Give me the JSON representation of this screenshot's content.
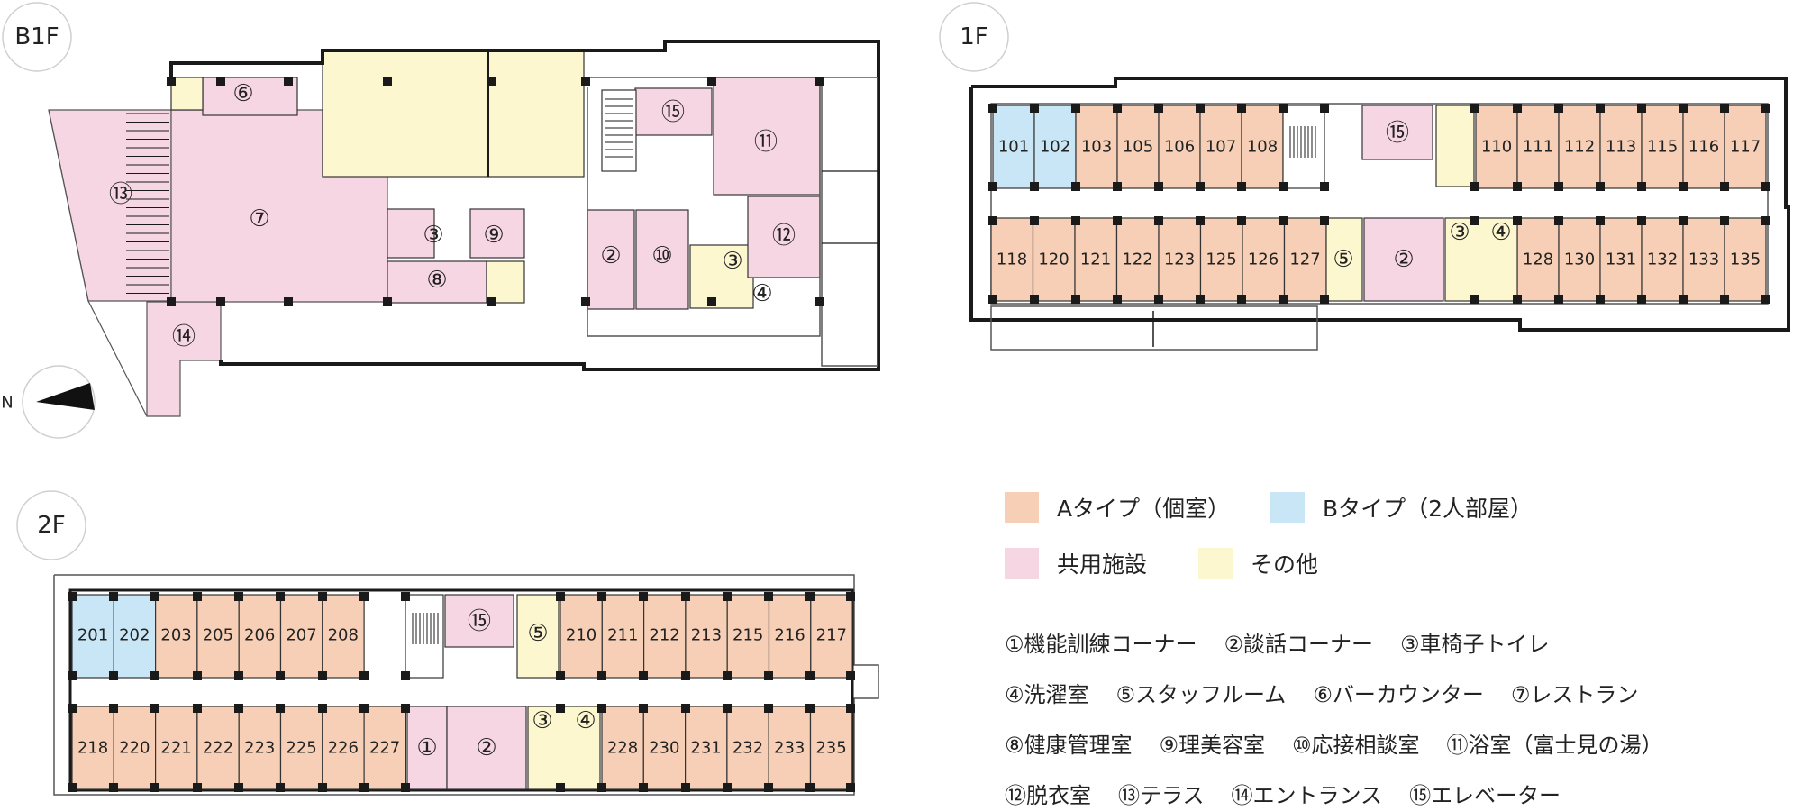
{
  "floors": {
    "b1": {
      "label": "B1F",
      "rooms": {
        "r6": "⑥",
        "r13": "⑬",
        "r7": "⑦",
        "r3": "③",
        "r9": "⑨",
        "r8": "⑧",
        "r14": "⑭",
        "r2": "②",
        "r10": "⑩",
        "r15": "⑮",
        "r11": "⑪",
        "r12": "⑫",
        "r3b": "③",
        "r4": "④"
      },
      "north": "N"
    },
    "f1": {
      "label": "1F",
      "top_rooms": [
        "101",
        "102",
        "103",
        "105",
        "106",
        "107",
        "108",
        "110",
        "111",
        "112",
        "113",
        "115",
        "116",
        "117"
      ],
      "bottom_rooms": [
        "118",
        "120",
        "121",
        "122",
        "123",
        "125",
        "126",
        "127",
        "128",
        "130",
        "131",
        "132",
        "133",
        "135"
      ],
      "facilities": {
        "elev": "⑮",
        "staff": "⑤",
        "talk": "②",
        "wc": "③",
        "laundry": "④"
      }
    },
    "f2": {
      "label": "2F",
      "top_rooms": [
        "201",
        "202",
        "203",
        "205",
        "206",
        "207",
        "208",
        "210",
        "211",
        "212",
        "213",
        "215",
        "216",
        "217"
      ],
      "bottom_rooms": [
        "218",
        "220",
        "221",
        "222",
        "223",
        "225",
        "226",
        "227",
        "228",
        "230",
        "231",
        "232",
        "233",
        "235"
      ],
      "facilities": {
        "elev": "⑮",
        "staff": "⑤",
        "training": "①",
        "talk": "②",
        "wc": "③",
        "laundry": "④"
      }
    }
  },
  "colors": {
    "a_type": "#f6cfb6",
    "b_type": "#c9e6f6",
    "shared": "#f7d6e4",
    "other": "#fdf7cf",
    "wall": "#1a1a1a"
  },
  "legend": {
    "a_type": "Aタイプ（個室）",
    "b_type": "Bタイプ（2人部屋）",
    "shared": "共用施設",
    "other": "その他"
  },
  "key": [
    [
      "①機能訓練コーナー",
      "②談話コーナー",
      "③車椅子トイレ"
    ],
    [
      "④洗濯室",
      "⑤スタッフルーム",
      "⑥バーカウンター",
      "⑦レストラン"
    ],
    [
      "⑧健康管理室",
      "⑨理美容室",
      "⑩応接相談室",
      "⑪浴室（富士見の湯）"
    ],
    [
      "⑫脱衣室",
      "⑬テラス",
      "⑭エントランス",
      "⑮エレベーター"
    ]
  ]
}
